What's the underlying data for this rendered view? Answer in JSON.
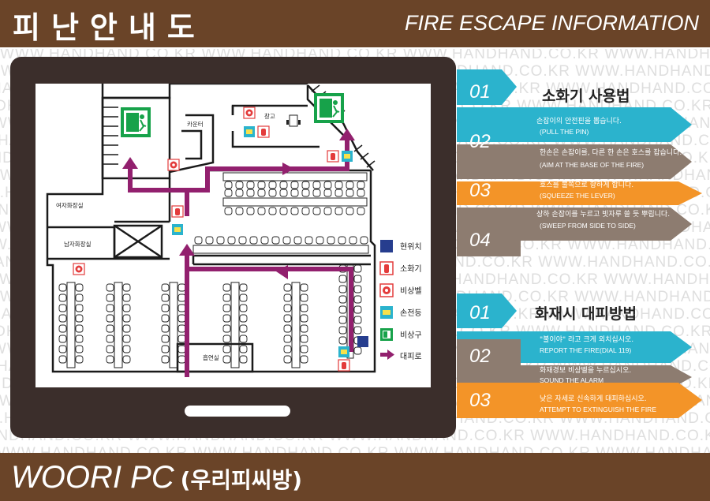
{
  "header": {
    "title_ko": "피난안내도",
    "title_en": "FIRE ESCAPE INFORMATION"
  },
  "footer": {
    "store_name_en": "WOORI PC",
    "store_name_ko": "(우리피씨방)"
  },
  "watermark_text": "WWW.HANDHAND.CO.KR",
  "colors": {
    "brand_brown": "#6a4428",
    "tablet_frame": "#3b2e2b",
    "teal": "#2bb3cd",
    "gray_brown": "#8d7c70",
    "orange": "#f39428",
    "route_magenta": "#92206e",
    "exit_green": "#17a24a",
    "location_blue": "#263d8e",
    "extinguisher_red": "#e33b3b"
  },
  "floor_plan": {
    "room_labels": {
      "counter": "카운터",
      "storage": "창고",
      "women_restroom": "여자화장실",
      "men_restroom": "남자화장실",
      "smoking_room": "흡연실"
    },
    "legend": [
      {
        "key": "current_location",
        "icon": "current-location-icon",
        "label": "현위치"
      },
      {
        "key": "extinguisher",
        "icon": "fire-extinguisher-icon",
        "label": "소화기"
      },
      {
        "key": "alarm_bell",
        "icon": "alarm-bell-icon",
        "label": "비상벨"
      },
      {
        "key": "flashlight",
        "icon": "flashlight-icon",
        "label": "손전등"
      },
      {
        "key": "emergency_exit",
        "icon": "emergency-exit-icon",
        "label": "비상구"
      },
      {
        "key": "evacuation_route",
        "icon": "route-arrow-icon",
        "label": "대피로"
      }
    ]
  },
  "extinguisher_section": {
    "title": "소화기 사용법",
    "steps": [
      {
        "num": "01",
        "text_ko": "",
        "text_en": ""
      },
      {
        "num": "02",
        "text_ko": "손잡이의 안전핀을 뽑습니다.",
        "text_en": "(PULL THE PIN)"
      },
      {
        "num": "03",
        "text_ko": "한손은 손잡이를, 다른 한 손은 호스를 잡습니다.",
        "text_en": "(AIM AT THE BASE OF THE FIRE)"
      },
      {
        "num": "04",
        "text_ko": "호스를 불쪽으로 향하게 합니다.",
        "text_en": "(SQUEEZE THE LEVER)"
      }
    ],
    "last_step_text_ko": "상하 손잡이를 누르고 빗자루 쓸 듯 뿌립니다.",
    "last_step_text_en": "(SWEEP FROM SIDE TO SIDE)"
  },
  "evacuation_section": {
    "title": "화재시 대피방법",
    "steps": [
      {
        "num": "01"
      },
      {
        "num": "02"
      },
      {
        "num": "03"
      }
    ],
    "texts": [
      {
        "ko": "\"불이야\" 라고 크게 외치십시오.",
        "en": "REPORT THE FIRE(DIAL 119)"
      },
      {
        "ko": "화재경보 비상벨을 누르십시오.",
        "en": "SOUND THE ALARM"
      },
      {
        "ko": "낮은 자세로 신속하게 대피하십시오.",
        "en": "ATTEMPT TO EXTINGUISH THE FIRE"
      }
    ]
  }
}
